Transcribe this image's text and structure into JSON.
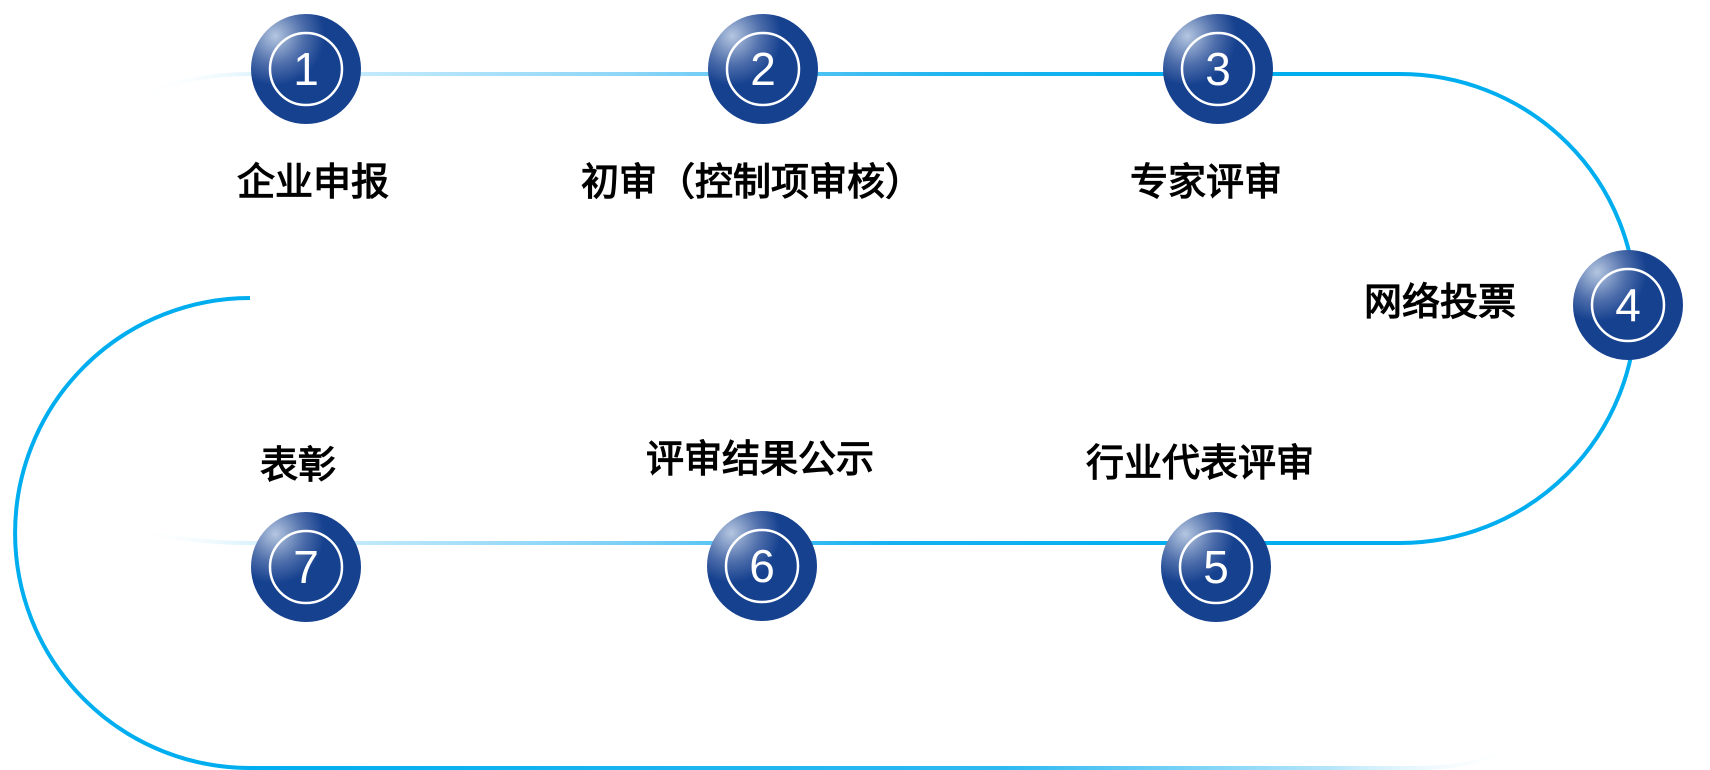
{
  "diagram": {
    "type": "process-flow",
    "colors": {
      "track": "#00aeef",
      "track_light": "#b8e6fa",
      "node_dark": "#16418f",
      "node_highlight": "#b4c6e0",
      "node_ring": "#ffffff",
      "label": "#000000"
    },
    "steps": [
      {
        "number": "1",
        "label": "企业申报"
      },
      {
        "number": "2",
        "label": "初审（控制项审核）"
      },
      {
        "number": "3",
        "label": "专家评审"
      },
      {
        "number": "4",
        "label": "网络投票"
      },
      {
        "number": "5",
        "label": "行业代表评审"
      },
      {
        "number": "6",
        "label": "评审结果公示"
      },
      {
        "number": "7",
        "label": "表彰"
      }
    ]
  }
}
